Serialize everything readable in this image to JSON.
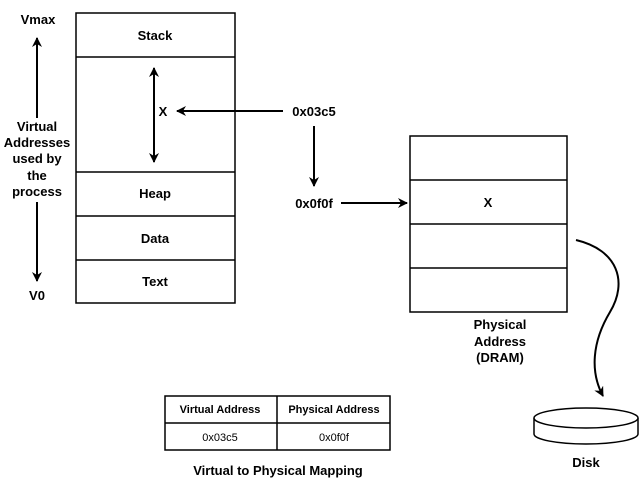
{
  "virtual_memory": {
    "vmax_label": "Vmax",
    "v0_label": "V0",
    "side_label_lines": [
      "Virtual",
      "Addresses",
      "used by",
      "the",
      "process"
    ],
    "segments": {
      "stack": "Stack",
      "gap_marker": "X",
      "heap": "Heap",
      "data": "Data",
      "text": "Text"
    }
  },
  "addresses": {
    "virtual": "0x03c5",
    "physical": "0x0f0f"
  },
  "physical_memory": {
    "marker": "X",
    "label_lines": [
      "Physical",
      "Address",
      "(DRAM)"
    ]
  },
  "disk": {
    "label": "Disk"
  },
  "mapping_table": {
    "headers": [
      "Virtual Address",
      "Physical Address"
    ],
    "rows": [
      [
        "0x03c5",
        "0x0f0f"
      ]
    ],
    "caption": "Virtual to Physical Mapping"
  }
}
